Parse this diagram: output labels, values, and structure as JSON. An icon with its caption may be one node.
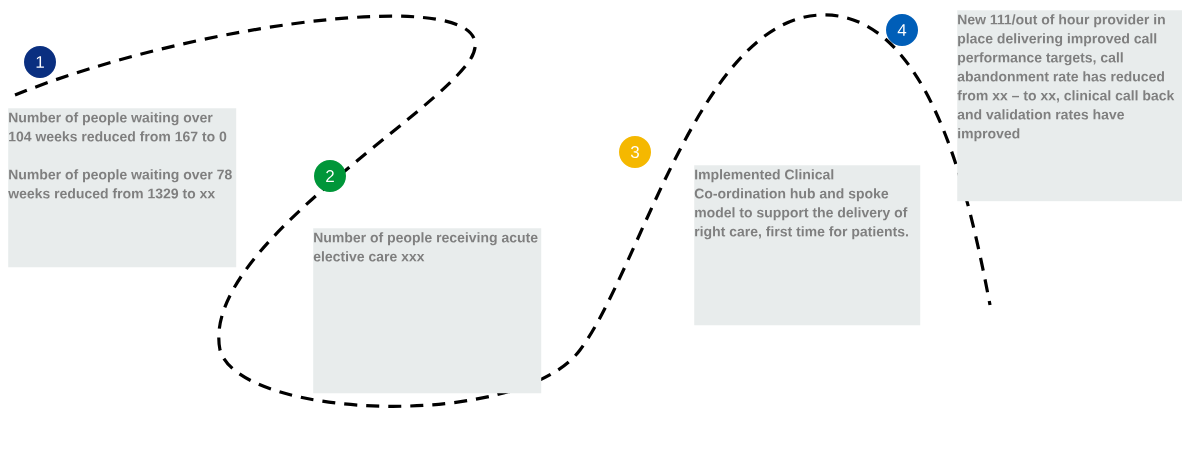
{
  "diagram": {
    "nodes": [
      {
        "text": [
          "1"
        ]
      },
      {
        "text": [
          "Number of people waiting over 104 weeks reduced from 167 to 0",
          "Number of people waiting over 78 weeks reduced from 1329 to xx"
        ]
      },
      {
        "text": [
          "2"
        ]
      },
      {
        "text": [
          "Number of people receiving acute elective care xxx"
        ]
      },
      {
        "text": [
          "3"
        ]
      },
      {
        "text": [
          "Implemented Clinical Co-ordination hub and spoke model to support the delivery of right care, first time for patients."
        ]
      },
      {
        "text": [
          "4"
        ]
      },
      {
        "text": [
          "New 111/out of hour provider in place delivering improved call performance targets, call abandonment rate has reduced from xx – to xx, clinical call back and validation rates have improved"
        ]
      }
    ]
  }
}
